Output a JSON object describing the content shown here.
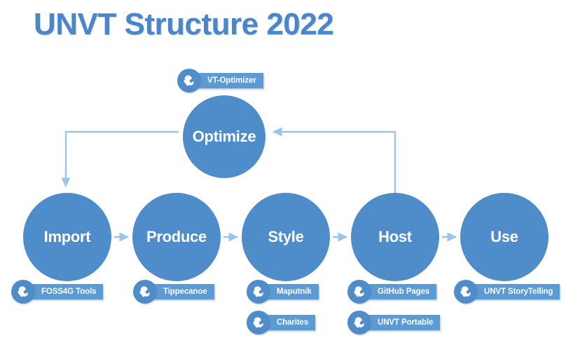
{
  "page": {
    "title": "UNVT Structure 2022",
    "background_color": "#ffffff"
  },
  "colors": {
    "title_blue": "#4A86C8",
    "node_blue": "#4E8DC9",
    "badge_circle_blue": "#4E8DC9",
    "badge_label_blue": "#5B9BD5",
    "arrow_blue": "#9DC3E6",
    "label_text": "#ffffff"
  },
  "diagram": {
    "type": "flow-diagram",
    "nodes": [
      {
        "id": "optimize",
        "label": "Optimize"
      },
      {
        "id": "import",
        "label": "Import"
      },
      {
        "id": "produce",
        "label": "Produce"
      },
      {
        "id": "style",
        "label": "Style"
      },
      {
        "id": "host",
        "label": "Host"
      },
      {
        "id": "use",
        "label": "Use"
      }
    ],
    "edges": [
      {
        "from": "import",
        "to": "produce",
        "style": "straight-arrow"
      },
      {
        "from": "produce",
        "to": "style",
        "style": "straight-arrow"
      },
      {
        "from": "style",
        "to": "host",
        "style": "straight-arrow"
      },
      {
        "from": "host",
        "to": "use",
        "style": "straight-arrow"
      },
      {
        "from": "host",
        "to": "optimize",
        "style": "elbow-arrow"
      },
      {
        "from": "optimize",
        "to": "import",
        "style": "elbow-arrow"
      }
    ],
    "badges": [
      {
        "id": "vt-optimizer",
        "label": "VT-Optimizer",
        "icon": "wrench-icon",
        "attached_to": "optimize"
      },
      {
        "id": "foss4g-tools",
        "label": "FOSS4G Tools",
        "icon": "wrench-icon",
        "attached_to": "import"
      },
      {
        "id": "tippecanoe",
        "label": "Tippecanoe",
        "icon": "wrench-icon",
        "attached_to": "produce"
      },
      {
        "id": "maputnik",
        "label": "Maputnik",
        "icon": "wrench-icon",
        "attached_to": "style"
      },
      {
        "id": "charites",
        "label": "Charites",
        "icon": "wrench-icon",
        "attached_to": "style"
      },
      {
        "id": "github-pages",
        "label": "GitHub Pages",
        "icon": "wrench-icon",
        "attached_to": "host"
      },
      {
        "id": "unvt-portable",
        "label": "UNVT Portable",
        "icon": "wrench-icon",
        "attached_to": "host"
      },
      {
        "id": "unvt-storytelling",
        "label": "UNVT StoryTelling",
        "icon": "wrench-icon",
        "attached_to": "use"
      }
    ]
  }
}
